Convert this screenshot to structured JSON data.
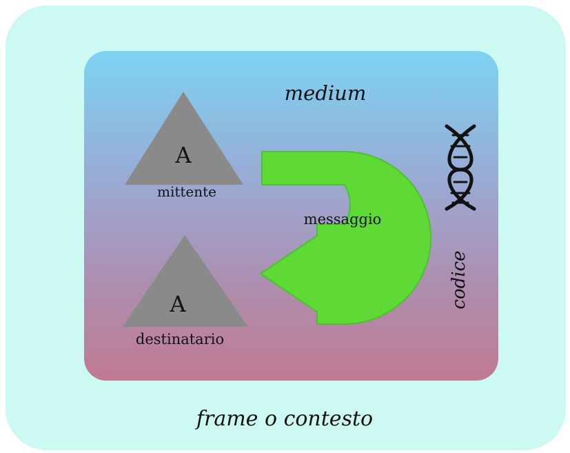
{
  "diagram": {
    "outer_label": "frame o contesto",
    "inner_label": "medium",
    "code_label": "codice",
    "message_label": "messaggio",
    "sender": {
      "letter": "A",
      "label": "mittente"
    },
    "receiver": {
      "letter": "A",
      "label": "destinatario"
    },
    "icons": {
      "code": "dna-icon",
      "message_arrow": "u-turn-arrow-icon"
    },
    "colors": {
      "outer_bg": "#ccf9f1",
      "inner_top": "#7dd3f3",
      "inner_bottom": "#c27a94",
      "triangle": "#8a8a8a",
      "arrow": "#5fd935"
    }
  }
}
